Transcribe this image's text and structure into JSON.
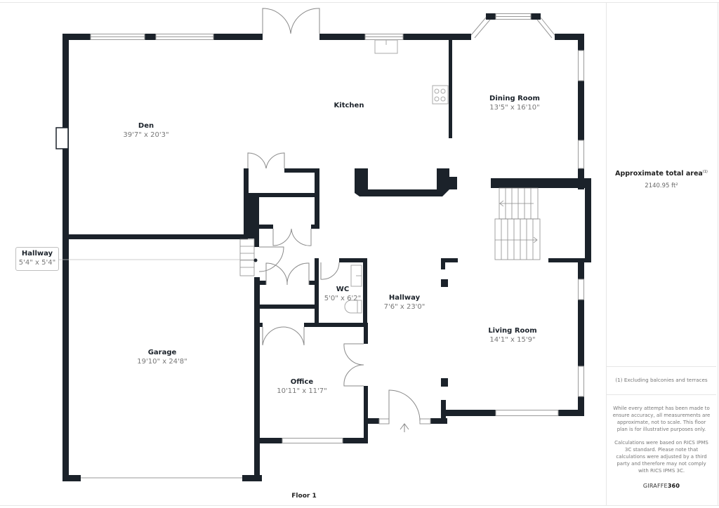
{
  "plan": {
    "floor_label": "Floor 1",
    "wall_color": "#1b222a",
    "rooms": [
      {
        "id": "den",
        "name": "Den",
        "dims": "39'7\" x 20'3\""
      },
      {
        "id": "kitchen",
        "name": "Kitchen",
        "dims": ""
      },
      {
        "id": "dining-room",
        "name": "Dining Room",
        "dims": "13'5\" x 16'10\""
      },
      {
        "id": "wc",
        "name": "WC",
        "dims": "5'0\" x 6'2\""
      },
      {
        "id": "hallway-main",
        "name": "Hallway",
        "dims": "7'6\" x 23'0\""
      },
      {
        "id": "living-room",
        "name": "Living Room",
        "dims": "14'1\" x 15'9\""
      },
      {
        "id": "garage",
        "name": "Garage",
        "dims": "19'10\" x 24'8\""
      },
      {
        "id": "office",
        "name": "Office",
        "dims": "10'11\" x 11'7\""
      }
    ],
    "callout": {
      "name": "Hallway",
      "dims": "5'4\" x 5'4\""
    }
  },
  "side_panel": {
    "title": "Approximate total area",
    "title_sup": "(1)",
    "area": "2140.95 ft²",
    "note": "(1) Excluding balconies and terraces",
    "disclaimer_1": "While every attempt has been made to ensure accuracy, all measurements are approximate, not to scale. This floor plan is for illustrative purposes only.",
    "disclaimer_2": "Calculations were based on RICS IPMS 3C standard. Please note that calculations were adjusted by a third party and therefore may not comply with RICS IPMS 3C.",
    "brand_light": "GIRAFFE",
    "brand_bold": "360"
  }
}
